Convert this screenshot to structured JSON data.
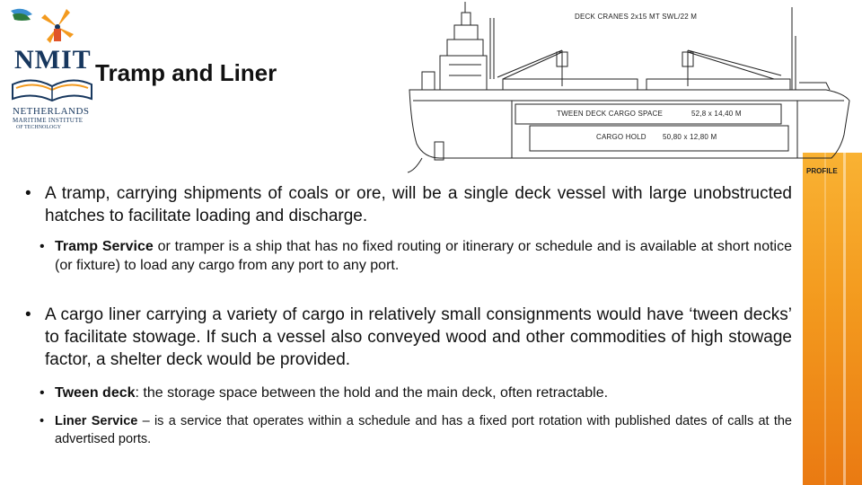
{
  "slide_title": "Tramp and Liner",
  "logo": {
    "name": "NMIT",
    "line1": "NETHERLANDS",
    "line2": "MARITIME INSTITUTE",
    "line3": "OF TECHNOLOGY"
  },
  "ship_drawing": {
    "cranes_label": "DECK CRANES 2x15 MT SWL/22 M",
    "tween_label": "TWEEN DECK CARGO SPACE",
    "tween_dims": "52,8 x 14,40 M",
    "hold_label": "CARGO HOLD",
    "hold_dims": "50,80 x 12,80 M",
    "profile_label": "PROFILE"
  },
  "bullets": {
    "b1": "A tramp, carrying shipments of coals or ore, will be a single deck vessel with large unobstructed hatches to facilitate loading and discharge.",
    "b1_sub_bold": "Tramp Service",
    "b1_sub_text": " or tramper is a ship that has no fixed routing or itinerary or schedule and is available at short notice (or fixture) to load any cargo from any port to any port.",
    "b2": "A cargo liner carrying a variety of cargo in relatively small consignments would have ‘tween decks’ to facilitate stowage.  If such a vessel also conveyed wood and other commodities of high stowage factor, a shelter deck would be provided.",
    "b2_sub1_bold": "Tween deck",
    "b2_sub1_text": ": the storage space between the hold and the main deck, often retractable.",
    "b2_sub2_bold": "Liner Service",
    "b2_sub2_text": " – is a service that operates within a schedule and has a fixed port rotation with published dates of calls at the advertised ports.",
    "bullet_glyph": "•"
  },
  "colors": {
    "accent_orange": "#f39a1e",
    "logo_navy": "#17375e"
  }
}
